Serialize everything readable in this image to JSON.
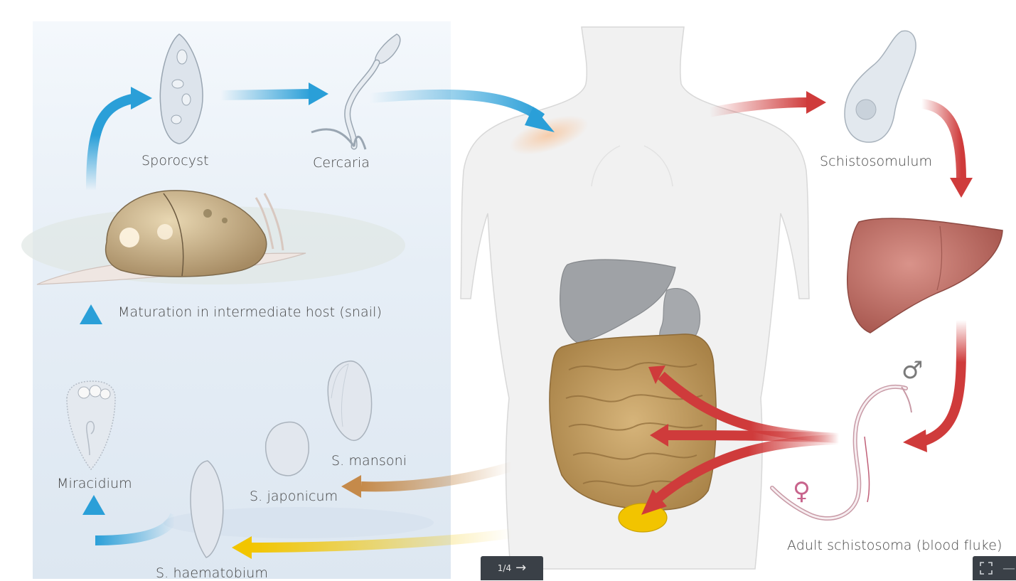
{
  "labels": {
    "sporocyst": "Sporocyst",
    "cercaria": "Cercaria",
    "snail": "Maturation in intermediate host (snail)",
    "miracidium": "Miracidium",
    "s_mansoni": "S. mansoni",
    "s_japonicum": "S. japonicum",
    "s_haematobium": "S. haematobium",
    "schistosomulum": "Schistosomulum",
    "adult": "Adult schistosoma (blood fluke)"
  },
  "symbols": {
    "male": "♂",
    "female": "♀"
  },
  "pager": {
    "text": "1/4",
    "arrow": "→"
  },
  "colors": {
    "water_arrow": "#2a9fd8",
    "host_arrow": "#cf3b3b",
    "japonicum_arrow": "#c58a4a",
    "haematobium_arrow": "#f2c500",
    "male_symbol": "#7a7a7a",
    "female_symbol": "#c8648c"
  },
  "icons": {
    "next": "arrow-right-icon",
    "fullscreen": "fullscreen-icon"
  }
}
